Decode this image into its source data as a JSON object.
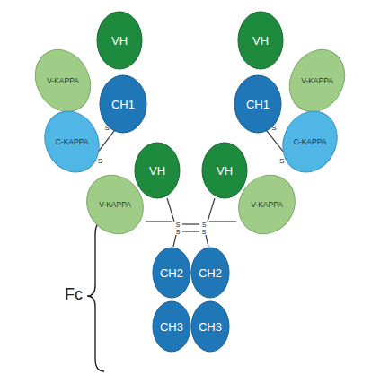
{
  "diagram": {
    "nodes": [
      {
        "text": [
          "VH"
        ]
      },
      {
        "text": [
          "VH"
        ]
      },
      {
        "text": [
          "V-KAPPA"
        ]
      },
      {
        "text": [
          "V-KAPPA"
        ]
      },
      {
        "text": [
          "CH1"
        ]
      },
      {
        "text": [
          "CH1"
        ]
      },
      {
        "text": [
          "C-KAPPA"
        ]
      },
      {
        "text": [
          "C-KAPPA"
        ]
      },
      {
        "text": [
          "VH"
        ]
      },
      {
        "text": [
          "VH"
        ]
      },
      {
        "text": [
          "V-KAPPA"
        ]
      },
      {
        "text": [
          "V-KAPPA"
        ]
      },
      {
        "text": [
          "CH2"
        ]
      },
      {
        "text": [
          "CH2"
        ]
      },
      {
        "text": [
          "CH3"
        ]
      },
      {
        "text": [
          "CH3"
        ]
      }
    ],
    "edges": [
      {
        "from": 6,
        "to": 4,
        "arrow": "none"
      },
      {
        "from": 7,
        "to": 5,
        "arrow": "none"
      }
    ],
    "labels": [
      "Fc",
      "S",
      "S",
      "S",
      "S",
      "S",
      "S",
      "S",
      "S"
    ]
  }
}
